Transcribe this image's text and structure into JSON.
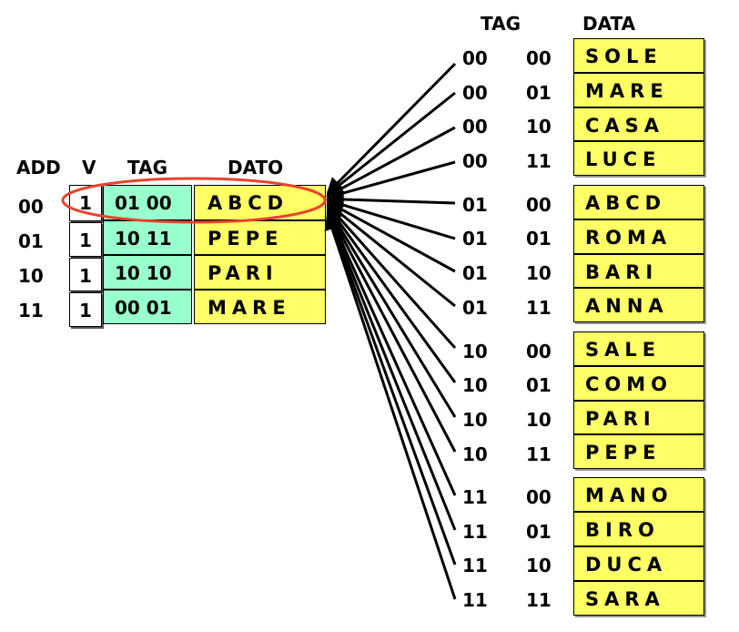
{
  "cache": {
    "headers": {
      "add": "ADD",
      "v": "V",
      "tag": "TAG",
      "dato": "DATO"
    },
    "rows": [
      {
        "add": "00",
        "v": "1",
        "tag": "01 00",
        "dato": "ABCD"
      },
      {
        "add": "01",
        "v": "1",
        "tag": "10 11",
        "dato": "PEPE"
      },
      {
        "add": "10",
        "v": "1",
        "tag": "10 10",
        "dato": "PARI"
      },
      {
        "add": "11",
        "v": "1",
        "tag": "00 01",
        "dato": "MARE"
      }
    ],
    "highlight_color": "#e8442a",
    "tag_color": "#99ffcc",
    "data_color": "#ffff66"
  },
  "memory": {
    "headers": {
      "tag": "TAG",
      "data": "DATA"
    },
    "rows": [
      {
        "tag": "00",
        "addr": "00",
        "data": "SOLE"
      },
      {
        "tag": "00",
        "addr": "01",
        "data": "MARE"
      },
      {
        "tag": "00",
        "addr": "10",
        "data": "CASA"
      },
      {
        "tag": "00",
        "addr": "11",
        "data": "LUCE"
      },
      {
        "tag": "01",
        "addr": "00",
        "data": "ABCD"
      },
      {
        "tag": "01",
        "addr": "01",
        "data": "ROMA"
      },
      {
        "tag": "01",
        "addr": "10",
        "data": "BARI"
      },
      {
        "tag": "01",
        "addr": "11",
        "data": "ANNA"
      },
      {
        "tag": "10",
        "addr": "00",
        "data": "SALE"
      },
      {
        "tag": "10",
        "addr": "01",
        "data": "COMO"
      },
      {
        "tag": "10",
        "addr": "10",
        "data": "PARI"
      },
      {
        "tag": "10",
        "addr": "11",
        "data": "PEPE"
      },
      {
        "tag": "11",
        "addr": "00",
        "data": "MANO"
      },
      {
        "tag": "11",
        "addr": "01",
        "data": "BIRO"
      },
      {
        "tag": "11",
        "addr": "10",
        "data": "DUCA"
      },
      {
        "tag": "11",
        "addr": "11",
        "data": "SARA"
      }
    ]
  }
}
